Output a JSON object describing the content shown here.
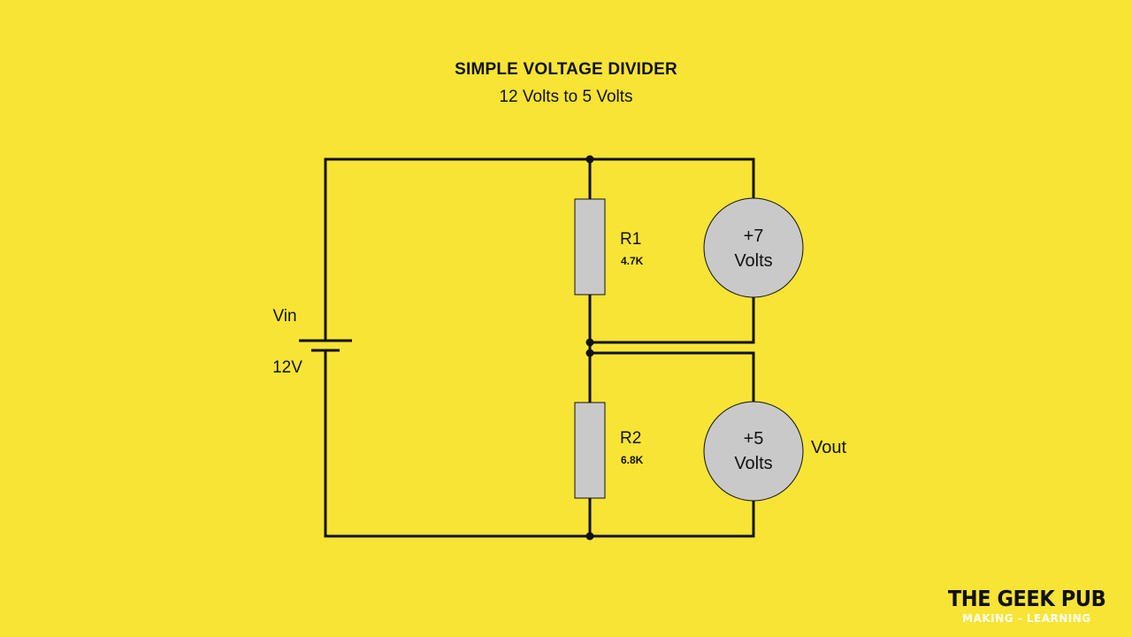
{
  "title": "SIMPLE VOLTAGE DIVIDER",
  "subtitle": "12 Volts to 5 Volts",
  "source": {
    "name": "Vin",
    "value": "12V"
  },
  "resistors": [
    {
      "label": "R1",
      "value": "4.7K"
    },
    {
      "label": "R2",
      "value": "6.8K"
    }
  ],
  "meters": [
    {
      "reading": "+7",
      "unit": "Volts"
    },
    {
      "reading": "+5",
      "unit": "Volts"
    }
  ],
  "output_label": "Vout",
  "logo": {
    "name": "THE GEEK PUB",
    "tagline": "MAKING - LEARNING"
  },
  "colors": {
    "background": "#f7e435",
    "wire": "#111111",
    "component_fill": "#c9c9c9"
  }
}
